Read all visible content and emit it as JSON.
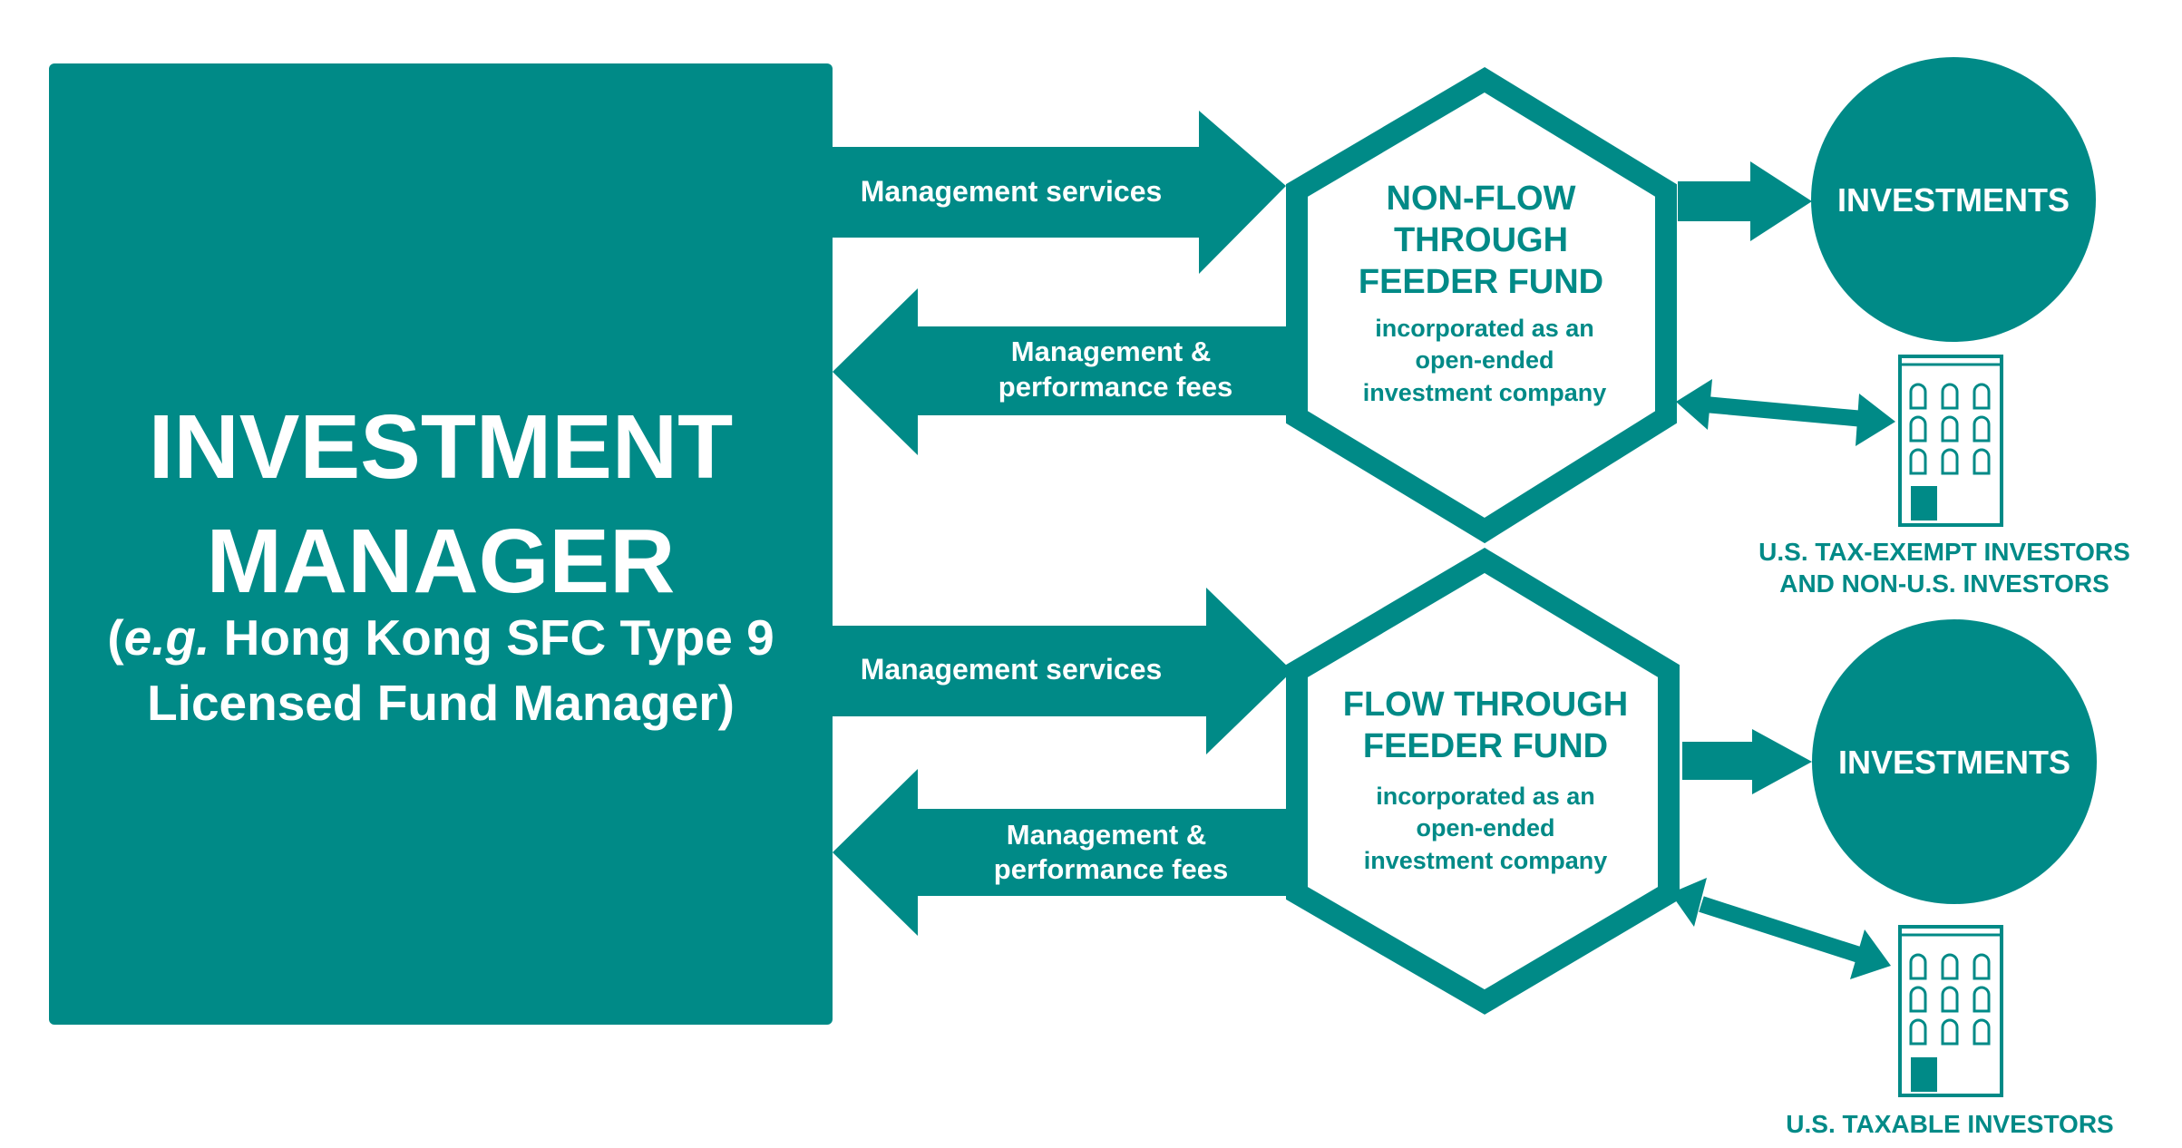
{
  "colors": {
    "teal": "#008A87",
    "white": "#FFFFFF"
  },
  "manager": {
    "title_line1": "INVESTMENT",
    "title_line2": "MANAGER",
    "sub_prefix": "(",
    "sub_italic": "e.g.",
    "sub_rest": " Hong Kong SFC Type 9",
    "sub_line2": "Licensed Fund Manager)"
  },
  "top_flow": {
    "services_label": "Management services",
    "fees_line1": "Management &",
    "fees_line2": "performance fees",
    "fund_title_line1": "NON-FLOW",
    "fund_title_line2": "THROUGH",
    "fund_title_line3": "FEEDER FUND",
    "fund_desc_line1": "incorporated as an",
    "fund_desc_line2": "open-ended",
    "fund_desc_line3": "investment company",
    "investments_label": "INVESTMENTS",
    "investors_line1": "U.S. TAX-EXEMPT INVESTORS",
    "investors_line2": "AND NON-U.S. INVESTORS",
    "investors_icon": "building-icon"
  },
  "bottom_flow": {
    "services_label": "Management services",
    "fees_line1": "Management &",
    "fees_line2": "performance fees",
    "fund_title_line1": "FLOW THROUGH",
    "fund_title_line2": "FEEDER FUND",
    "fund_desc_line1": "incorporated as an",
    "fund_desc_line2": "open-ended",
    "fund_desc_line3": "investment company",
    "investments_label": "INVESTMENTS",
    "investors_line1": "U.S. TAXABLE INVESTORS",
    "investors_icon": "building-icon"
  }
}
